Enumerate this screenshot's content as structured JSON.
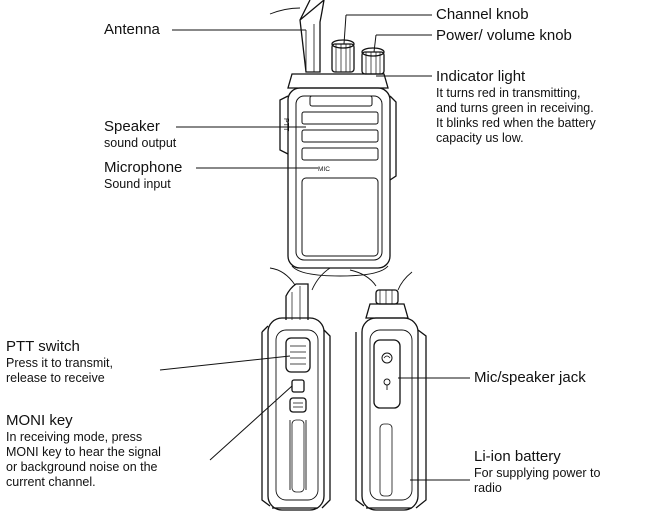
{
  "labels": {
    "antenna": "Antenna",
    "channel_knob": "Channel knob",
    "power_volume_knob": "Power/ volume knob",
    "indicator": {
      "title": "Indicator light",
      "lines": [
        "It turns red in transmitting,",
        "and turns green in receiving.",
        "It blinks red when the battery",
        "capacity us low."
      ]
    },
    "speaker": {
      "title": "Speaker",
      "desc": "sound output"
    },
    "microphone": {
      "title": "Microphone",
      "desc": "Sound input"
    },
    "ptt": {
      "title": "PTT switch",
      "lines": [
        "Press it to transmit,",
        "release to receive"
      ]
    },
    "moni": {
      "title": "MONI key",
      "lines": [
        "In receiving mode, press",
        "MONI key to hear the signal",
        "or background noise on the",
        "current channel."
      ]
    },
    "jack": "Mic/speaker jack",
    "battery": {
      "title": "Li-ion battery",
      "lines": [
        "For supplying power to",
        "radio"
      ]
    }
  },
  "device_text": {
    "ptt_side": "PTT",
    "mic_mark": "MIC"
  }
}
